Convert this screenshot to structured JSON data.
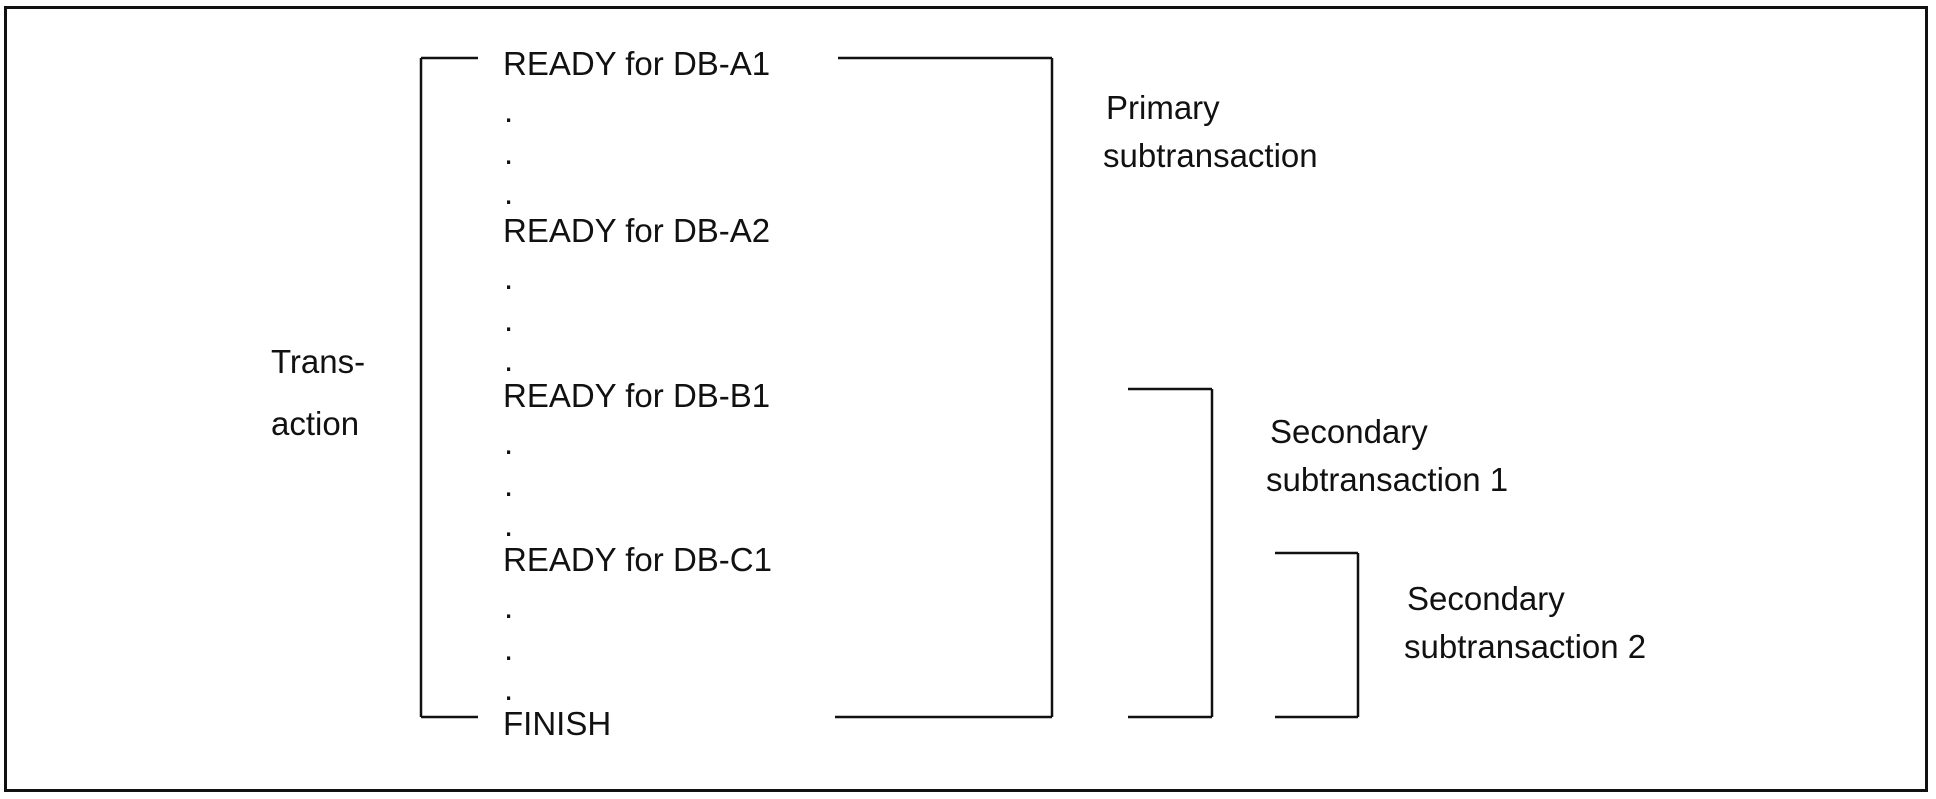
{
  "statements": {
    "ready_a1": "READY for DB-A1",
    "ready_a2": "READY for DB-A2",
    "ready_b1": "READY for DB-B1",
    "ready_c1": "READY for DB-C1",
    "finish": "FINISH",
    "ellipsis_dot": "."
  },
  "labels": {
    "transaction_line1": "Trans-",
    "transaction_line2": "action",
    "primary_line1": "Primary",
    "primary_line2": "subtransaction",
    "secondary1_line1": "Secondary",
    "secondary1_line2": "subtransaction 1",
    "secondary2_line1": "Secondary",
    "secondary2_line2": "subtransaction 2"
  }
}
